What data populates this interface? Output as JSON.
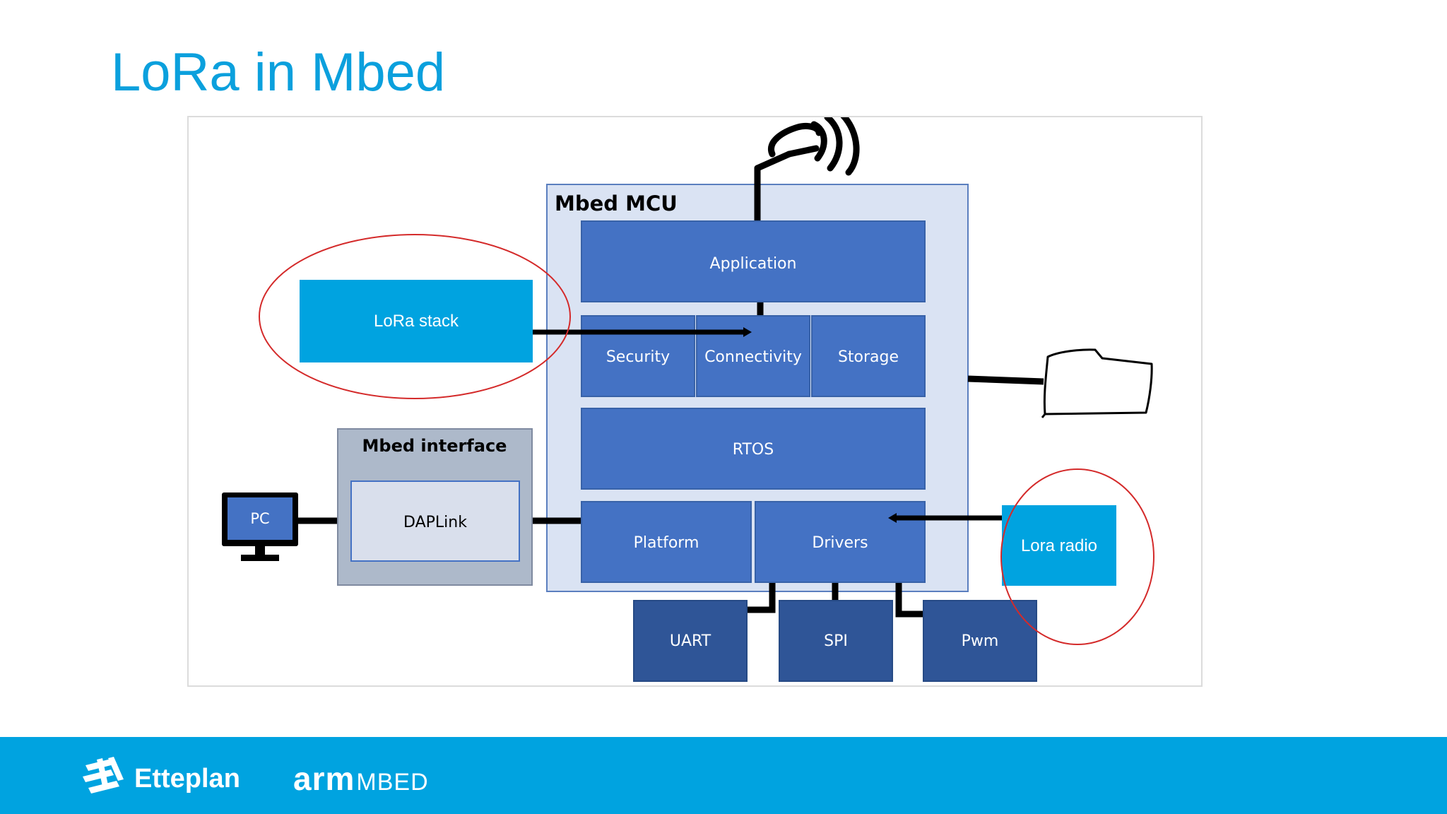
{
  "slide": {
    "title": "LoRa in Mbed"
  },
  "diagram": {
    "mcu_title": "Mbed MCU",
    "interface_title": "Mbed interface",
    "blocks": {
      "application": "Application",
      "security": "Security",
      "connectivity": "Connectivity",
      "storage": "Storage",
      "rtos": "RTOS",
      "platform": "Platform",
      "drivers": "Drivers",
      "uart": "UART",
      "spi": "SPI",
      "pwm": "Pwm",
      "daplink": "DAPLink",
      "pc": "PC",
      "lora_stack": "LoRa stack",
      "lora_radio": "Lora radio"
    }
  },
  "footer": {
    "etteplan_logo": "Etteplan",
    "arm_logo": "arm",
    "mbed_logo": "MBED"
  },
  "colors": {
    "title": "#0ba0dd",
    "block": "#4472c4",
    "block_dark": "#2f5597",
    "mcu_bg": "#dae3f3",
    "mcu_border": "#5b7fbf",
    "interface_bg": "#adb9ca",
    "daplink_bg": "#d9dfec",
    "lora_cyan": "#00a3e0",
    "footer": "#00a3e0",
    "highlight_ring": "#d42a2a"
  },
  "icons": {
    "antenna": "antenna-icon",
    "folder": "folder-icon",
    "pc": "monitor-icon"
  }
}
